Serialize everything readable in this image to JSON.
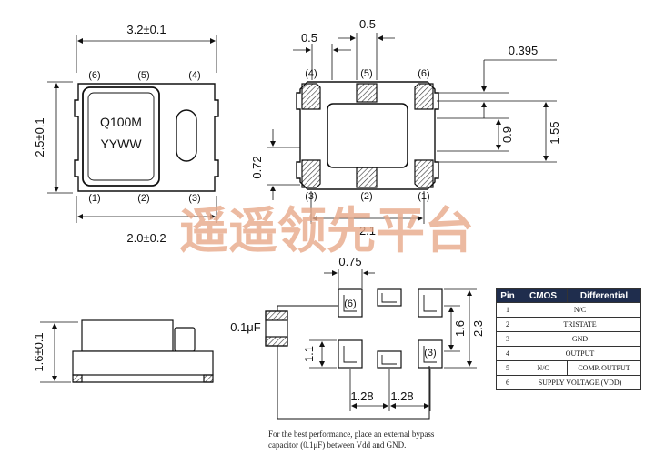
{
  "top_view": {
    "width_dim": "3.2±0.1",
    "height_dim": "2.5±0.1",
    "bottom_dim": "2.0±0.2",
    "pins_top": [
      "(6)",
      "(5)",
      "(4)"
    ],
    "pins_bottom": [
      "(1)",
      "(2)",
      "(3)"
    ],
    "marking_line1": "Q100M",
    "marking_line2": "YYWW"
  },
  "bottom_view": {
    "dim_pad_width": "0.5",
    "dim_pad_pitch": "0.5",
    "dim_edge": "0.395",
    "dim_pad_height": "0.9",
    "dim_height": "1.55",
    "dim_gap": "0.72",
    "dim_pitch": "2.1",
    "pins_top": [
      "(4)",
      "(5)",
      "(6)"
    ],
    "pins_bottom": [
      "(3)",
      "(2)",
      "(1)"
    ]
  },
  "side_view": {
    "height_dim": "1.6±0.1"
  },
  "footprint": {
    "dim_top": "0.75",
    "dim_left": "1.1",
    "dim_right_inner": "1.6",
    "dim_right_outer": "2.3",
    "dim_bottom_left": "1.28",
    "dim_bottom_right": "1.28",
    "capacitor_label": "0.1μF",
    "pin_label_6": "(6)",
    "pin_label_3": "(3)",
    "note_line1": "For the best performance, place an external bypass",
    "note_line2": "capacitor (0.1μF) between Vdd and GND."
  },
  "watermark": "遥遥领先平台",
  "pin_table": {
    "headers": [
      "Pin",
      "CMOS",
      "Differential"
    ],
    "rows": [
      {
        "pin": "1",
        "value": "N/C"
      },
      {
        "pin": "2",
        "value": "TRISTATE"
      },
      {
        "pin": "3",
        "value": "GND"
      },
      {
        "pin": "4",
        "value": "OUTPUT"
      },
      {
        "pin": "5",
        "cmos": "N/C",
        "diff": "COMP. OUTPUT"
      },
      {
        "pin": "6",
        "value": "SUPPLY VOLTAGE (VDD)"
      }
    ]
  }
}
